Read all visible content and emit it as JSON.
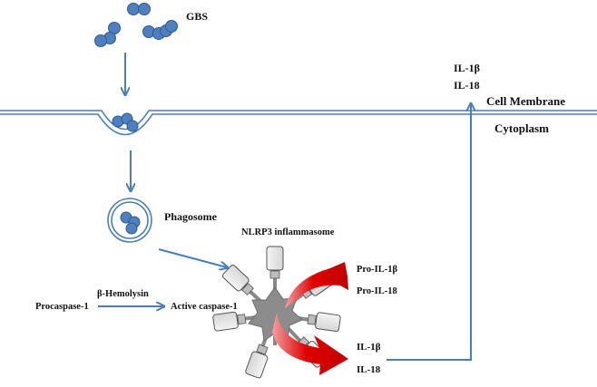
{
  "labels": {
    "gbs": "GBS",
    "cell_membrane": "Cell Membrane",
    "cytoplasm": "Cytoplasm",
    "phagosome": "Phagosome",
    "nlrp3": "NLRP3 inflammasome",
    "pro_il1b": "Pro-IL-1β",
    "pro_il18": "Pro-IL-18",
    "b_hemolysin": "β-Hemolysin",
    "procaspase": "Procaspase-1",
    "active_caspase": "Active caspase-1",
    "il1b_inside": "IL-1β",
    "il18_inside": "IL-18",
    "il1b_outside": "IL-1β",
    "il18_outside": "IL-18"
  },
  "colors": {
    "bacteria_fill": "#4f7fbe",
    "bacteria_stroke": "#2f5a92",
    "arrow": "#4a7ebb",
    "membrane": "#4a7ebb",
    "inflammasome_core": "#8c8c8c",
    "receptor_fill": "#e6e6e6",
    "processing_arrow": "#e00000"
  }
}
